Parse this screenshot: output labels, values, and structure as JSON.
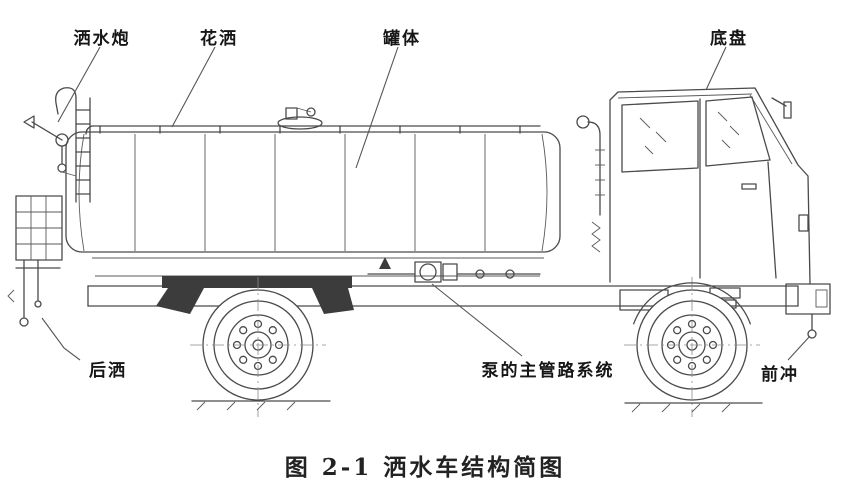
{
  "figure": {
    "caption": "图 2-1 洒水车结构简图"
  },
  "callouts": {
    "water_cannon": "洒水炮",
    "shower_sprinkler": "花洒",
    "tank_body": "罐体",
    "chassis": "底盘",
    "rear_spray": "后洒",
    "pump_main_piping": "泵的主管路系统",
    "front_flush": "前冲"
  },
  "colors": {
    "line": "#4a4a4a",
    "text": "#161616",
    "background": "#ffffff"
  }
}
